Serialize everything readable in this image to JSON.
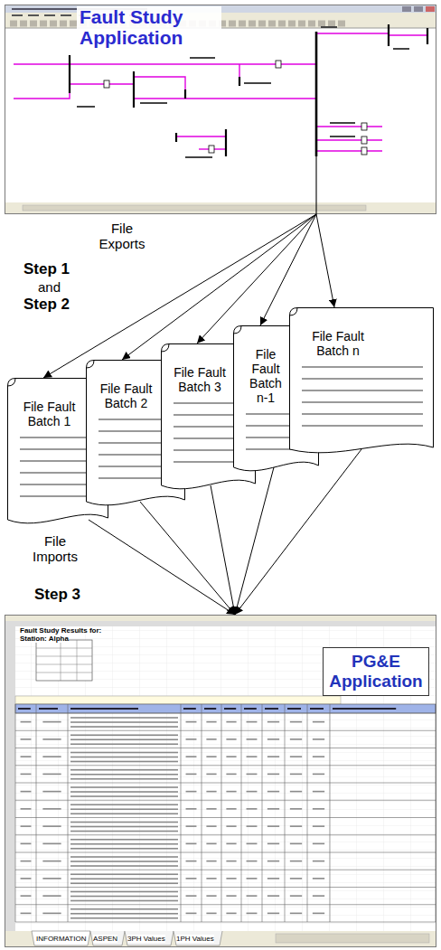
{
  "diagram": {
    "nodes": [
      {
        "text": [
          "Fault Study Application"
        ]
      },
      {
        "text": [
          "File Fault Batch 1"
        ]
      },
      {
        "text": [
          "File Fault Batch 2"
        ]
      },
      {
        "text": [
          "File Fault Batch 3"
        ]
      },
      {
        "text": [
          "File Fault Batch n-1"
        ]
      },
      {
        "text": [
          "File Fault Batch n"
        ]
      },
      {
        "text": [
          "PG&E Application"
        ]
      }
    ],
    "edges": [
      {
        "from": 0,
        "to": 1,
        "arrow": "to"
      },
      {
        "from": 0,
        "to": 2,
        "arrow": "to"
      },
      {
        "from": 0,
        "to": 3,
        "arrow": "to"
      },
      {
        "from": 0,
        "to": 4,
        "arrow": "to"
      },
      {
        "from": 0,
        "to": 5,
        "arrow": "to"
      },
      {
        "from": 1,
        "to": 6,
        "arrow": "to"
      },
      {
        "from": 2,
        "to": 6,
        "arrow": "to"
      },
      {
        "from": 3,
        "to": 6,
        "arrow": "to"
      },
      {
        "from": 4,
        "to": 6,
        "arrow": "to"
      },
      {
        "from": 5,
        "to": 6,
        "arrow": "to"
      }
    ],
    "labels": [
      "File Exports",
      "Step 1",
      "and",
      "Step 2",
      "File Imports",
      "Step 3",
      "Fault Study Results for:",
      "Station: Alpha",
      "INFORMATION",
      "ASPEN",
      "3PH Values",
      "1PH Values"
    ]
  }
}
